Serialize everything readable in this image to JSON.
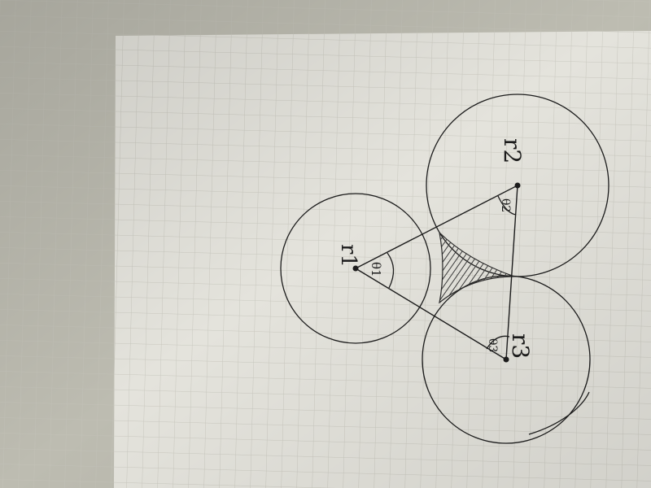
{
  "labels": {
    "r1": "r1",
    "r2": "r2",
    "r3": "r3",
    "theta1": "θ1",
    "theta2": "θ2",
    "theta3": "θ3"
  },
  "colors": {
    "background": "#b9b8ad",
    "paper": "#e6e5de",
    "grid": "#c9c8bf",
    "ink": "#1c1c1c",
    "hatch": "#3a3a3a"
  }
}
